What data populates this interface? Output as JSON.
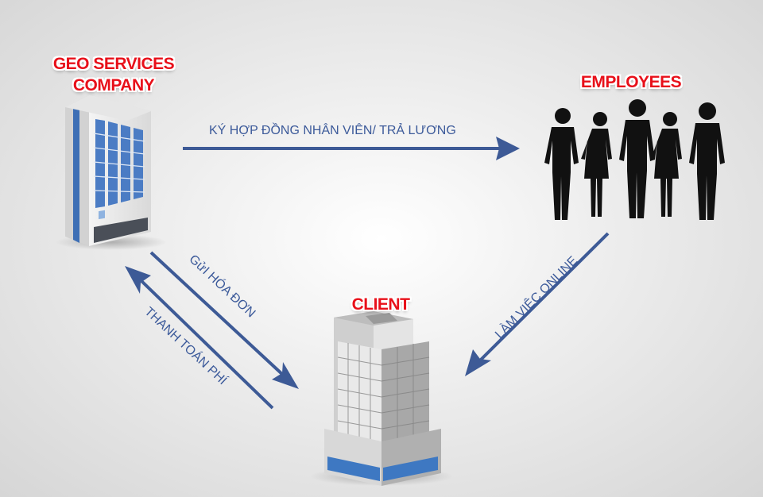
{
  "nodes": {
    "company": {
      "line1": "GEO SERVICES",
      "line2": "COMPANY"
    },
    "employees": {
      "label": "EMPLOYEES"
    },
    "client": {
      "label": "CLIENT"
    }
  },
  "edges": {
    "contract": "KÝ HỢP ĐỒNG NHÂN VIÊN/ TRẢ LƯƠNG",
    "invoice": "GửI HÓA ĐƠN",
    "payment": "THANH TOÁN PHÍ",
    "work": "LÀM VIỆC ONLINE"
  },
  "colors": {
    "arrow": "#3d5a96",
    "label_red": "#e8101a",
    "edge_text": "#3c5a9a"
  },
  "icons": [
    "office-building-icon",
    "people-silhouettes-icon",
    "skyscraper-icon"
  ]
}
